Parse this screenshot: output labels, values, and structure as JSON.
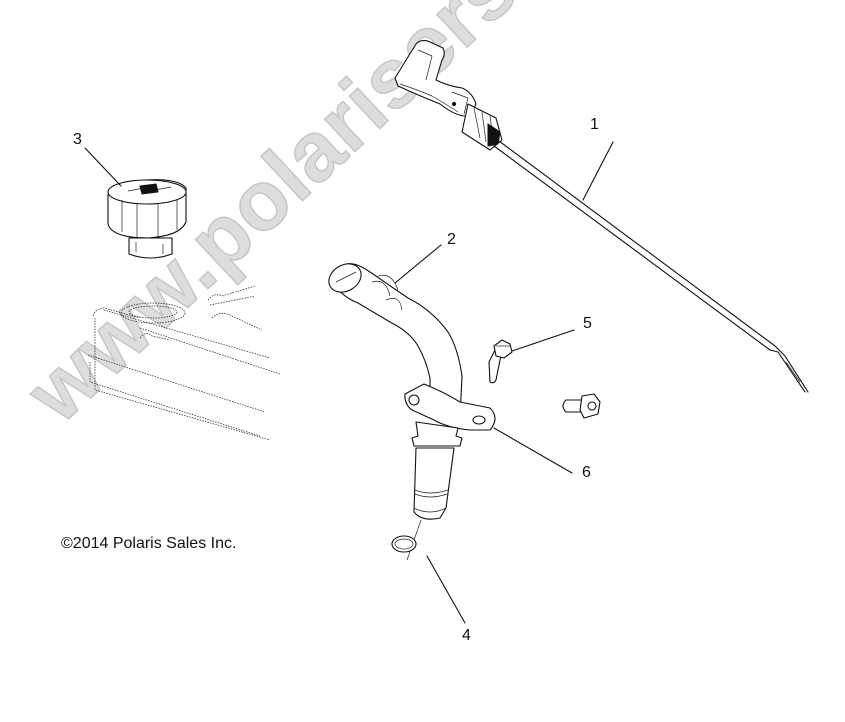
{
  "diagram": {
    "type": "exploded-parts-diagram",
    "copyright": "©2014 Polaris Sales Inc.",
    "watermark": "www.polarisersatzteile.de",
    "callouts": [
      {
        "id": "1",
        "label": "1",
        "part": "dipstick"
      },
      {
        "id": "2",
        "label": "2",
        "part": "oil-fill-tube"
      },
      {
        "id": "3",
        "label": "3",
        "part": "oil-fill-cap"
      },
      {
        "id": "4",
        "label": "4",
        "part": "o-ring"
      },
      {
        "id": "5",
        "label": "5",
        "part": "flange-bolt"
      },
      {
        "id": "6",
        "label": "6",
        "part": "mounting-bracket"
      }
    ]
  },
  "colors": {
    "line": "#111111",
    "watermark_fill": "#dcdcdc",
    "watermark_stroke": "#c4c4c4",
    "background": "#ffffff"
  }
}
